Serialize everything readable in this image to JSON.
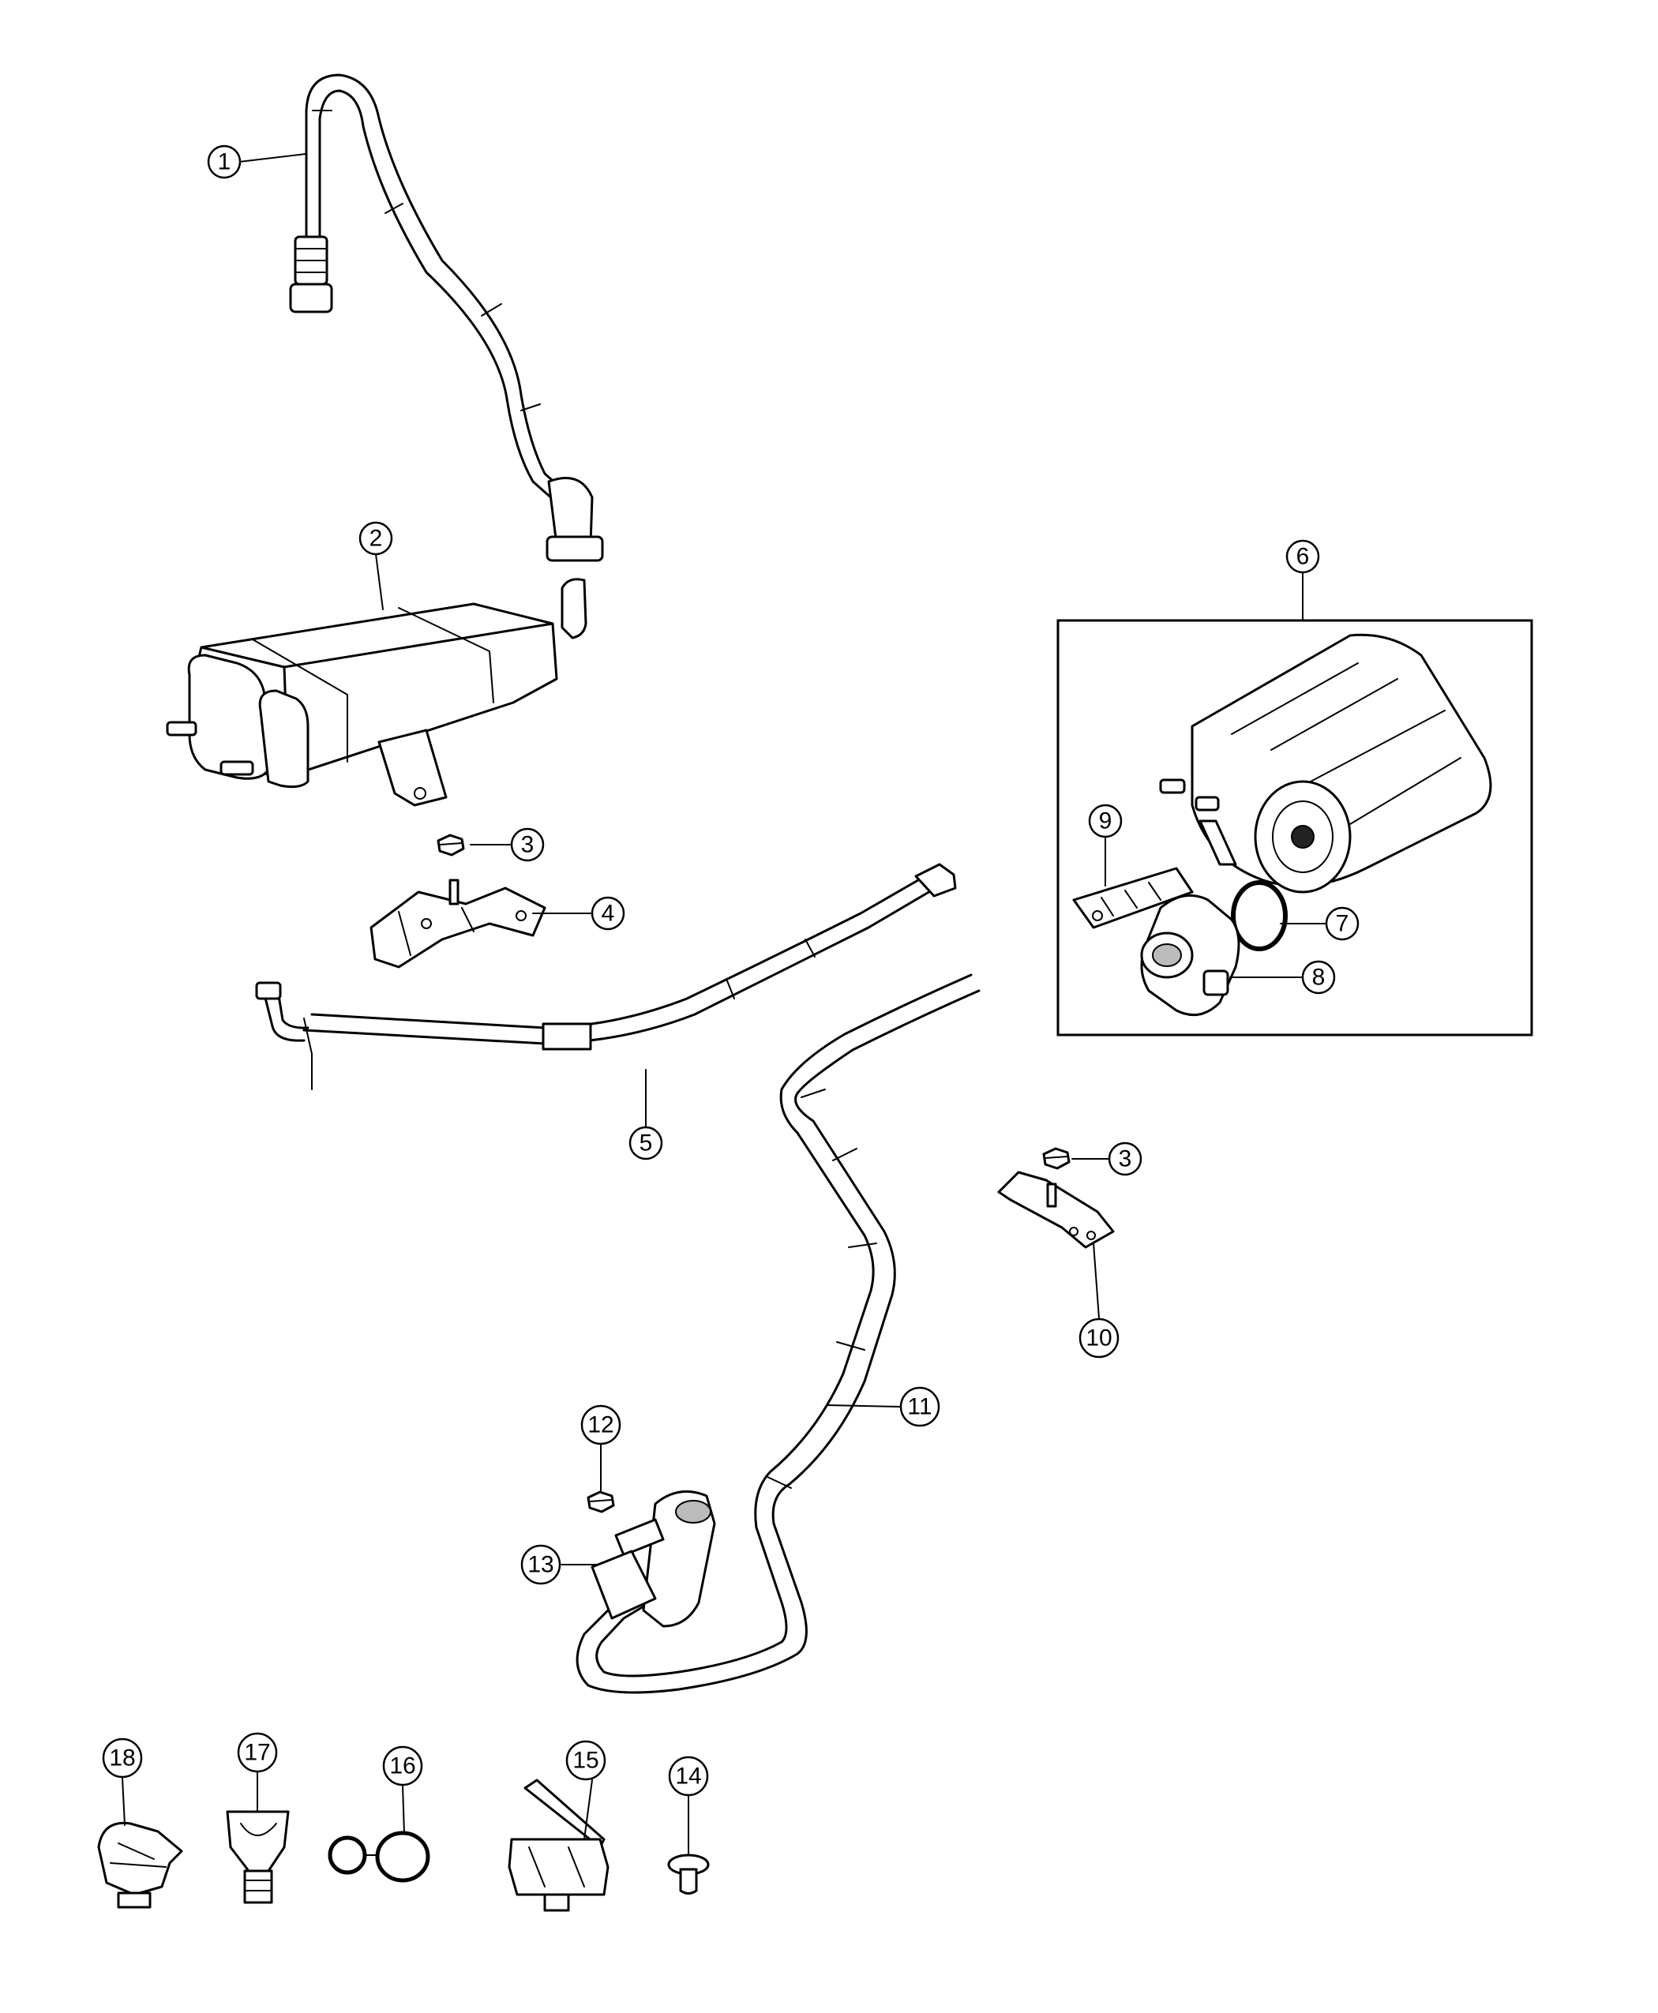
{
  "callouts": [
    {
      "id": "callout-1",
      "number": "1"
    },
    {
      "id": "callout-2",
      "number": "2"
    },
    {
      "id": "callout-3a",
      "number": "3"
    },
    {
      "id": "callout-3b",
      "number": "3"
    },
    {
      "id": "callout-4",
      "number": "4"
    },
    {
      "id": "callout-5",
      "number": "5"
    },
    {
      "id": "callout-6",
      "number": "6"
    },
    {
      "id": "callout-7",
      "number": "7"
    },
    {
      "id": "callout-8",
      "number": "8"
    },
    {
      "id": "callout-9",
      "number": "9"
    },
    {
      "id": "callout-10",
      "number": "10"
    },
    {
      "id": "callout-11",
      "number": "11"
    },
    {
      "id": "callout-12",
      "number": "12"
    },
    {
      "id": "callout-13",
      "number": "13"
    },
    {
      "id": "callout-14",
      "number": "14"
    },
    {
      "id": "callout-15",
      "number": "15"
    },
    {
      "id": "callout-16",
      "number": "16"
    },
    {
      "id": "callout-17",
      "number": "17"
    },
    {
      "id": "callout-18",
      "number": "18"
    }
  ]
}
